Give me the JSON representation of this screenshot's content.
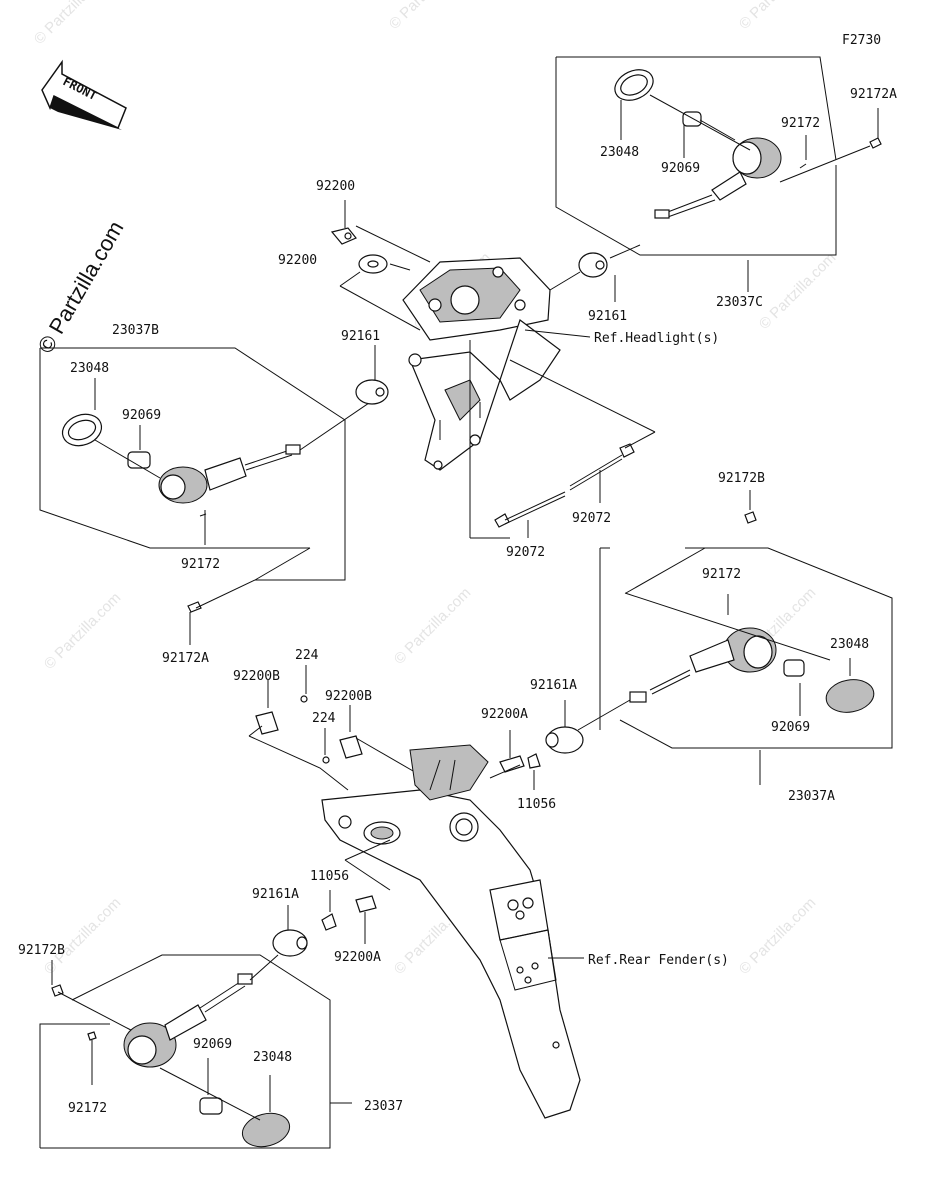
{
  "figure_code": "F2730",
  "front_arrow_label": "FRONT",
  "copyright_main": "© Partzilla.com",
  "watermark_text": "© Partzilla.com",
  "callouts": {
    "c92172A_top": "92172A",
    "c92172_top": "92172",
    "c23048_top": "23048",
    "c92069_top": "92069",
    "c92200_a": "92200",
    "c92200_b": "92200",
    "c92161_right": "92161",
    "c23037C": "23037C",
    "ref_headlight": "Ref.Headlight(s)",
    "c23037B": "23037B",
    "c23048_left": "23048",
    "c92069_left": "92069",
    "c92161_left": "92161",
    "c92172_left": "92172",
    "c92172A_left": "92172A",
    "c92072_a": "92072",
    "c92072_b": "92072",
    "c92172B_right": "92172B",
    "c92172_right": "92172",
    "c23048_right": "23048",
    "c92069_right": "92069",
    "c23037A": "23037A",
    "c92161A_right": "92161A",
    "c92200A_right": "92200A",
    "c11056_right": "11056",
    "c224_a": "224",
    "c92200B_a": "92200B",
    "c92200B_b": "92200B",
    "c224_b": "224",
    "c11056_left": "11056",
    "c92161A_left": "92161A",
    "c92200A_left": "92200A",
    "ref_rear_fender": "Ref.Rear Fender(s)",
    "c92172B_left": "92172B",
    "c92172_bottom": "92172",
    "c92069_bottom": "92069",
    "c23048_bottom": "23048",
    "c23037": "23037"
  }
}
